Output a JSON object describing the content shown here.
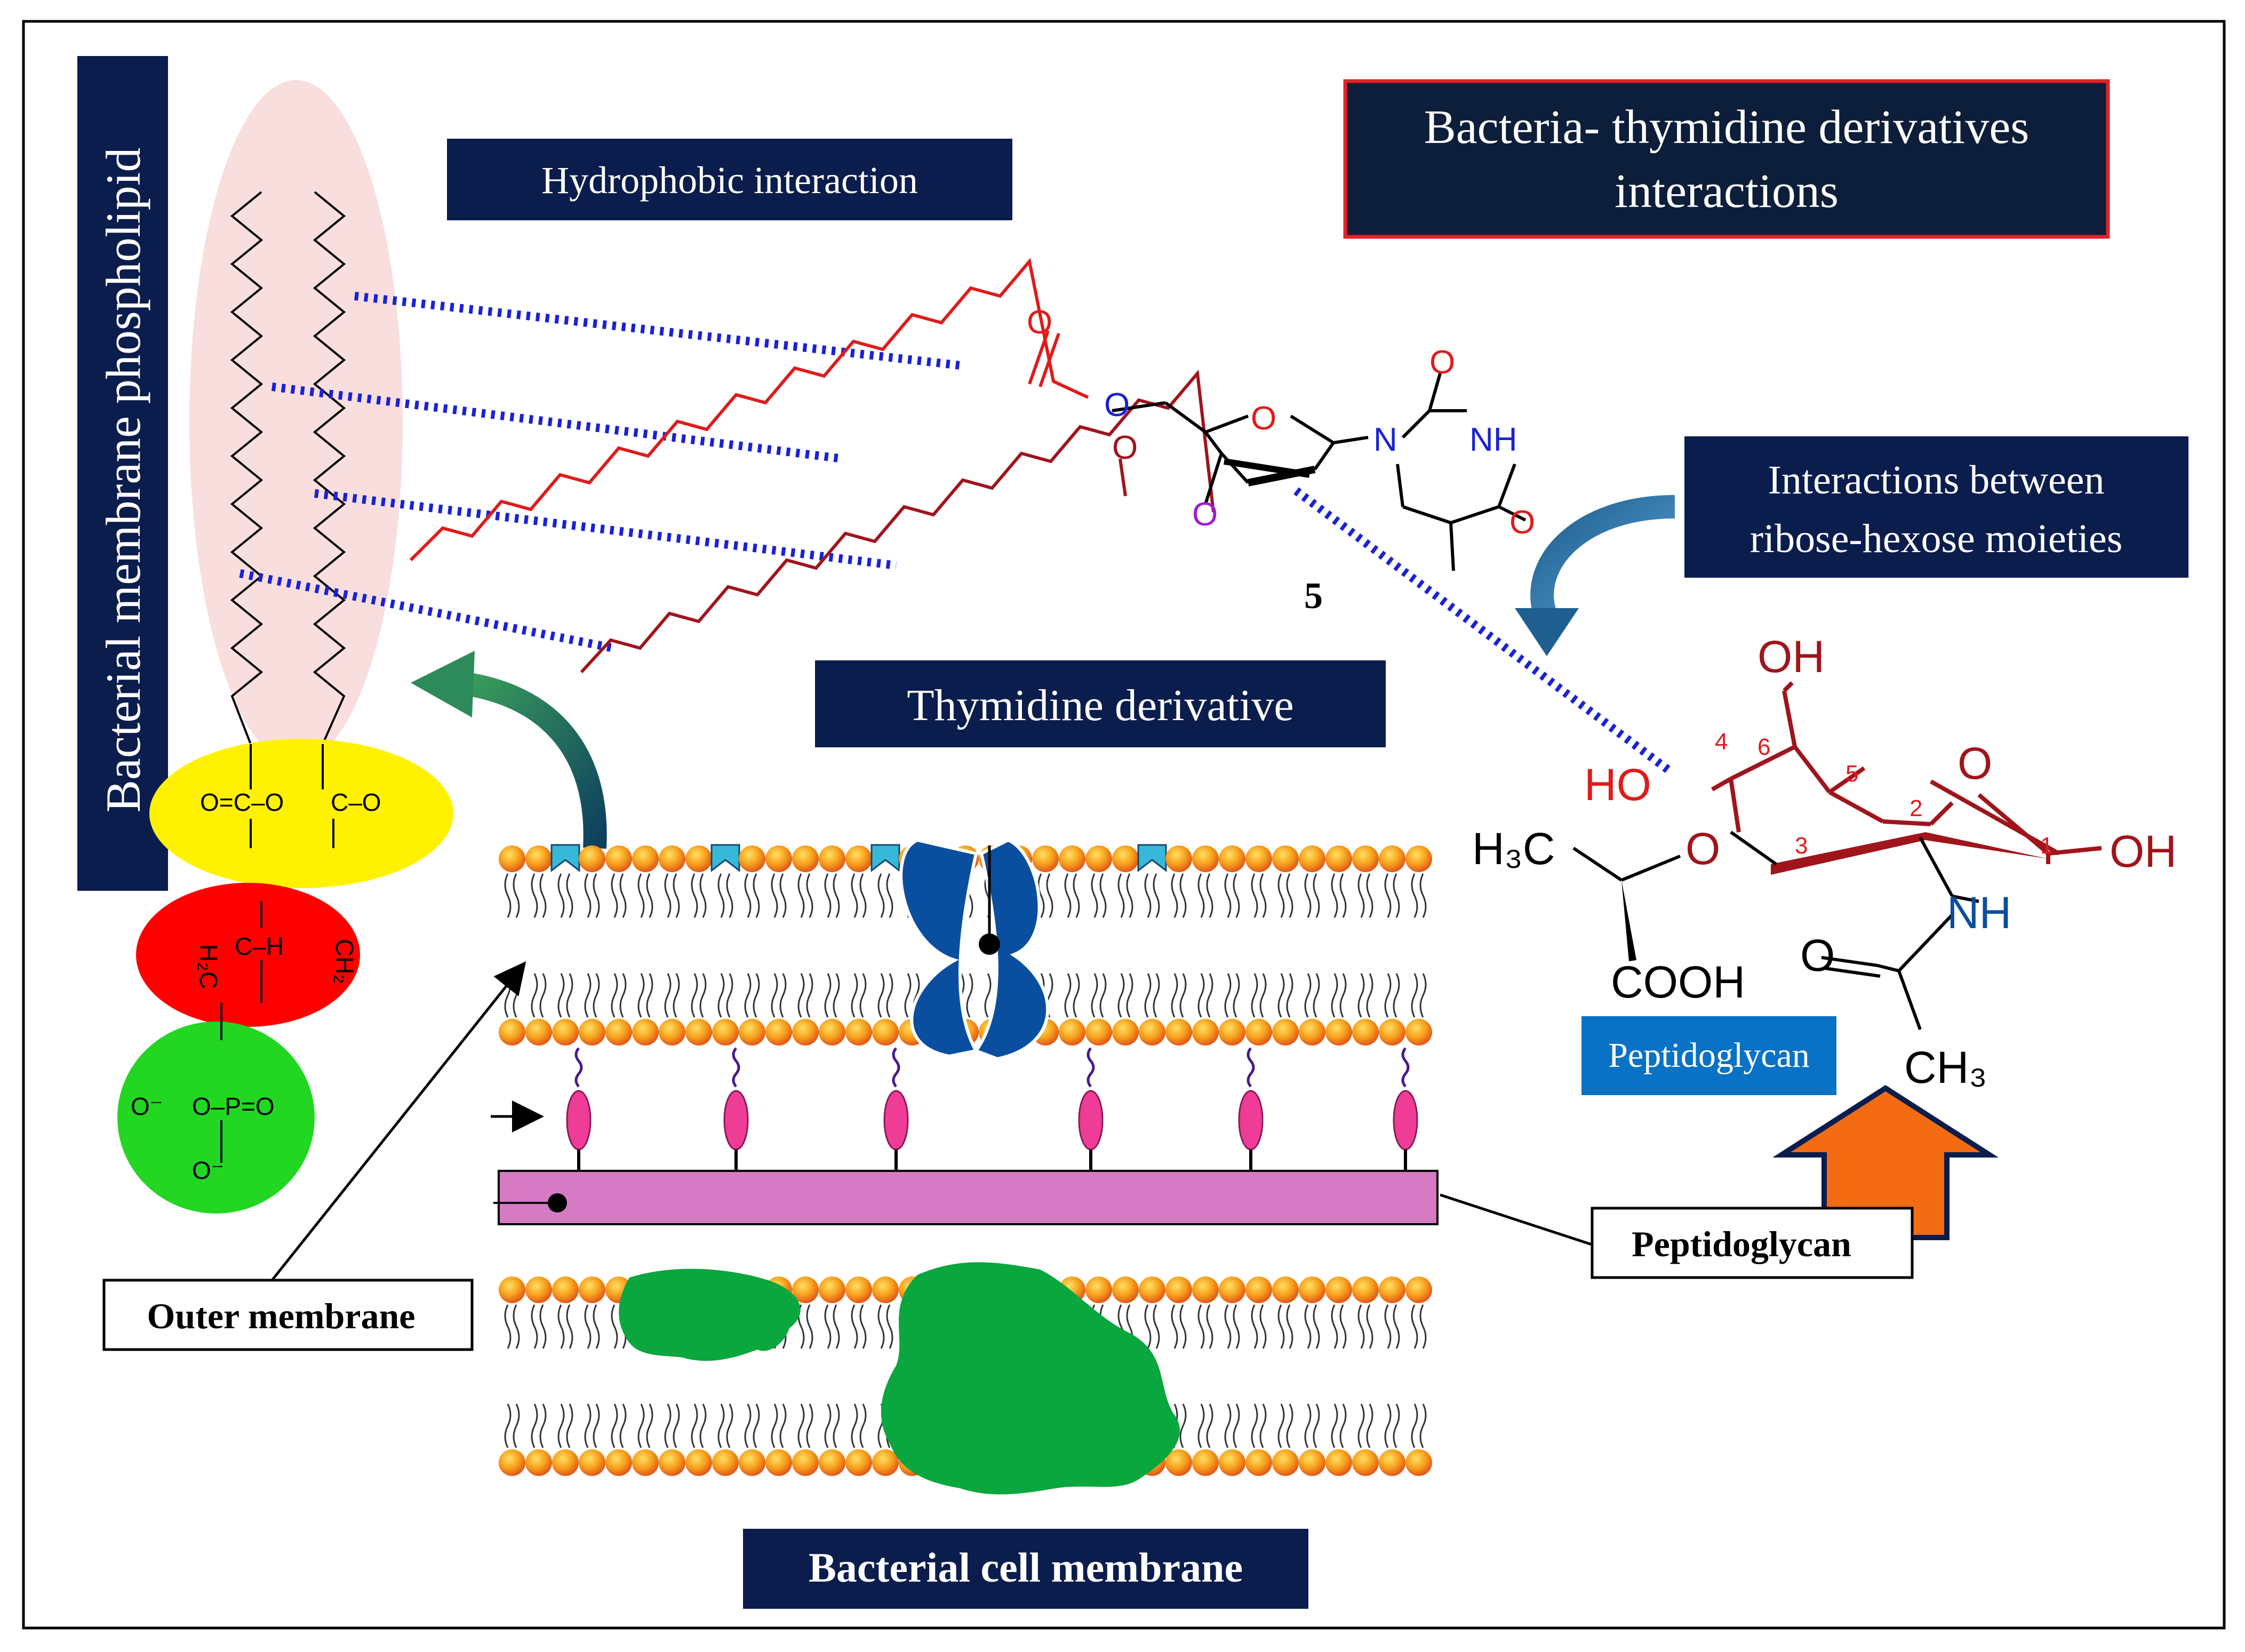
{
  "title": "Bacteria- thymidine derivatives interactions",
  "title_lines": [
    "Bacteria- thymidine derivatives",
    "interactions"
  ],
  "labels": {
    "membrane_phospholipid": "Bacterial membrane phospholipid",
    "hydrophobic": "Hydrophobic interaction",
    "thymidine": "Thymidine derivative",
    "ribose_hexose_lines": [
      "Interactions between",
      "ribose-hexose moieties"
    ],
    "peptidoglycan_blue": "Peptidoglycan",
    "peptidoglycan_box": "Peptidoglycan",
    "outer_membrane": "Outer membrane",
    "cell_membrane": "Bacterial cell membrane",
    "compound_number": "5"
  },
  "thymidine_atoms": {
    "ester_O1": "O",
    "ester_O2": "O",
    "ring_O": "O",
    "carbonyl_O1": "O",
    "carbonyl_O2": "O",
    "uracil_O_top": "O",
    "uracil_O_right": "O",
    "N1": "N",
    "NH": "NH"
  },
  "phospholipid_atoms": {
    "carbonyl_left": "O=C–O",
    "carbonyl_right": "C–O",
    "glycerol_left": "H₂C",
    "glycerol_mid": "C–H",
    "glycerol_right": "CH₂",
    "phosphate": "O–P=O",
    "phosphate_o": "O⁻",
    "phosphate_o2": "O⁻"
  },
  "sugar_atoms": {
    "OH_top": "OH",
    "HO": "HO",
    "OH_right": "OH",
    "ring_O": "O",
    "ether_O": "O",
    "NH": "NH",
    "H3C": "H₃C",
    "COOH": "COOH",
    "O_acetyl": "O",
    "CH3": "CH₃",
    "n1": "1",
    "n2": "2",
    "n3": "3",
    "n4": "4",
    "n5": "5",
    "n6": "6"
  },
  "colors": {
    "navy": "#0b1d4d",
    "title_bg": "#0d1e3a",
    "title_border": "#e8202a",
    "bond_red": "#e01b1b",
    "bond_darkred": "#a0141c",
    "dash_blue": "#1a22d4",
    "peptidoglycan_blue": "#0a72c4",
    "pink_ellipse": "#f9dede",
    "yellow": "#fff200",
    "red_oval": "#ff0000",
    "green": "#22d622",
    "membrane_bar": "#d47bc4",
    "protein_green": "#0aa63e",
    "channel_blue": "#0a4ea0",
    "orange_arrow": "#f36b12",
    "head_orange": "#f39a1e"
  }
}
